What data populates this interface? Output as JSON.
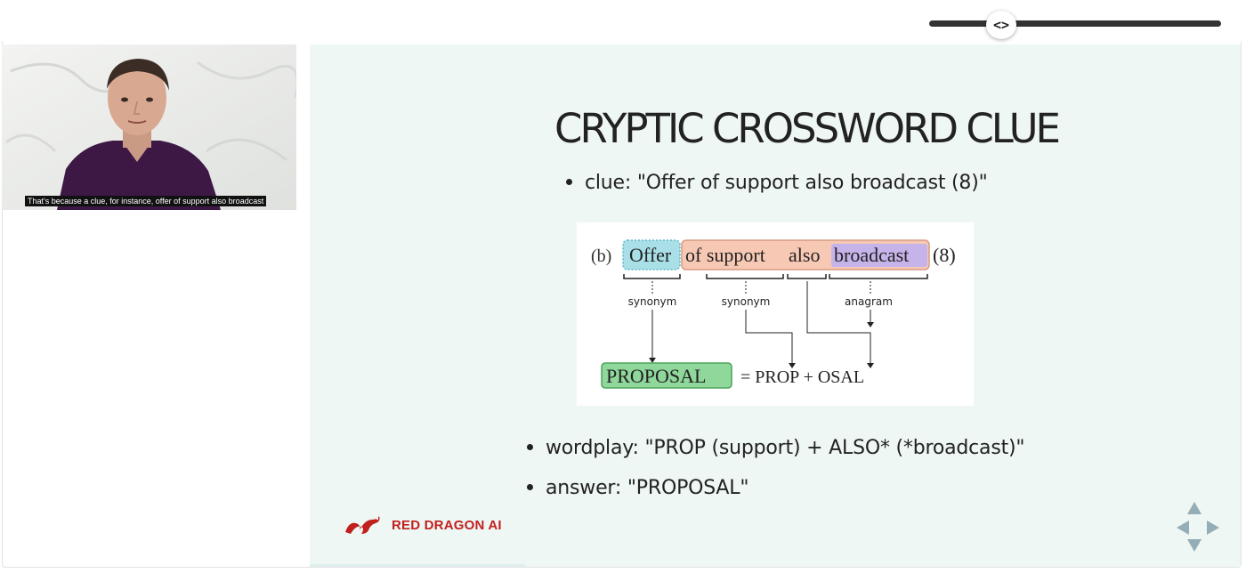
{
  "player": {
    "caption": "That's because a clue, for instance, offer of support also broadcast",
    "slider_icon": "code-chevrons-icon",
    "slider_glyph": "<>"
  },
  "slide": {
    "title": "CRYPTIC CROSSWORD CLUE",
    "clue_bullet": "clue: \"Offer of support also broadcast (8)\"",
    "wordplay_bullet": "wordplay: \"PROP (support) + ALSO* (*broadcast)\"",
    "answer_bullet": "answer: \"PROPOSAL\"",
    "logo_text": "RED DRAGON AI",
    "figure": {
      "label_b": "(b)",
      "w_offer": "Offer",
      "w_of_support": "of support",
      "w_also": "also",
      "w_broadcast": "broadcast",
      "length": "(8)",
      "annot_synonym_1": "synonym",
      "annot_synonym_2": "synonym",
      "annot_anagram": "anagram",
      "answer": "PROPOSAL",
      "equation": "= PROP + OSAL"
    }
  },
  "colors": {
    "slide_bg": "#eff7f5",
    "offer_highlight": "#a9dfe7",
    "support_highlight": "#f7c9b4",
    "broadcast_highlight": "#c6b3ea",
    "answer_highlight": "#8fd79a",
    "logo_red": "#c0211e"
  },
  "nav": {
    "up_icon": "arrow-up-icon",
    "down_icon": "arrow-down-icon",
    "left_icon": "arrow-left-icon",
    "right_icon": "arrow-right-icon"
  }
}
